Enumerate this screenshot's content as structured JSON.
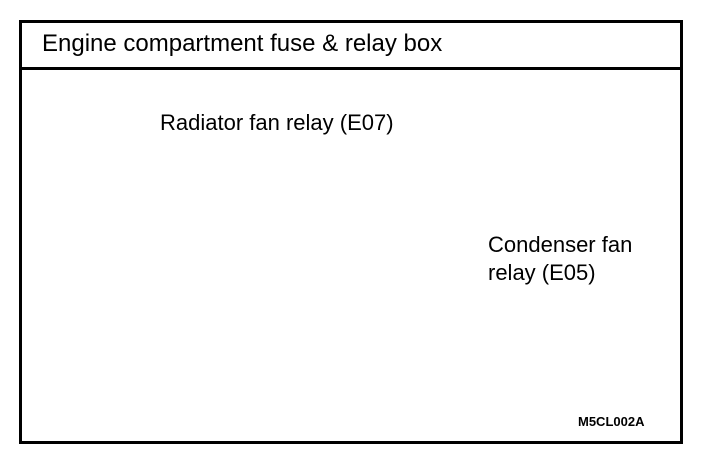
{
  "title": "Engine compartment fuse & relay box",
  "labels": {
    "radiator_relay": "Radiator fan relay (E07)",
    "condenser_line1": "Condenser fan",
    "condenser_line2": "relay (E05)"
  },
  "figure_code": "M5CL002A",
  "colors": {
    "ink": "#000000",
    "paper": "#ffffff"
  }
}
